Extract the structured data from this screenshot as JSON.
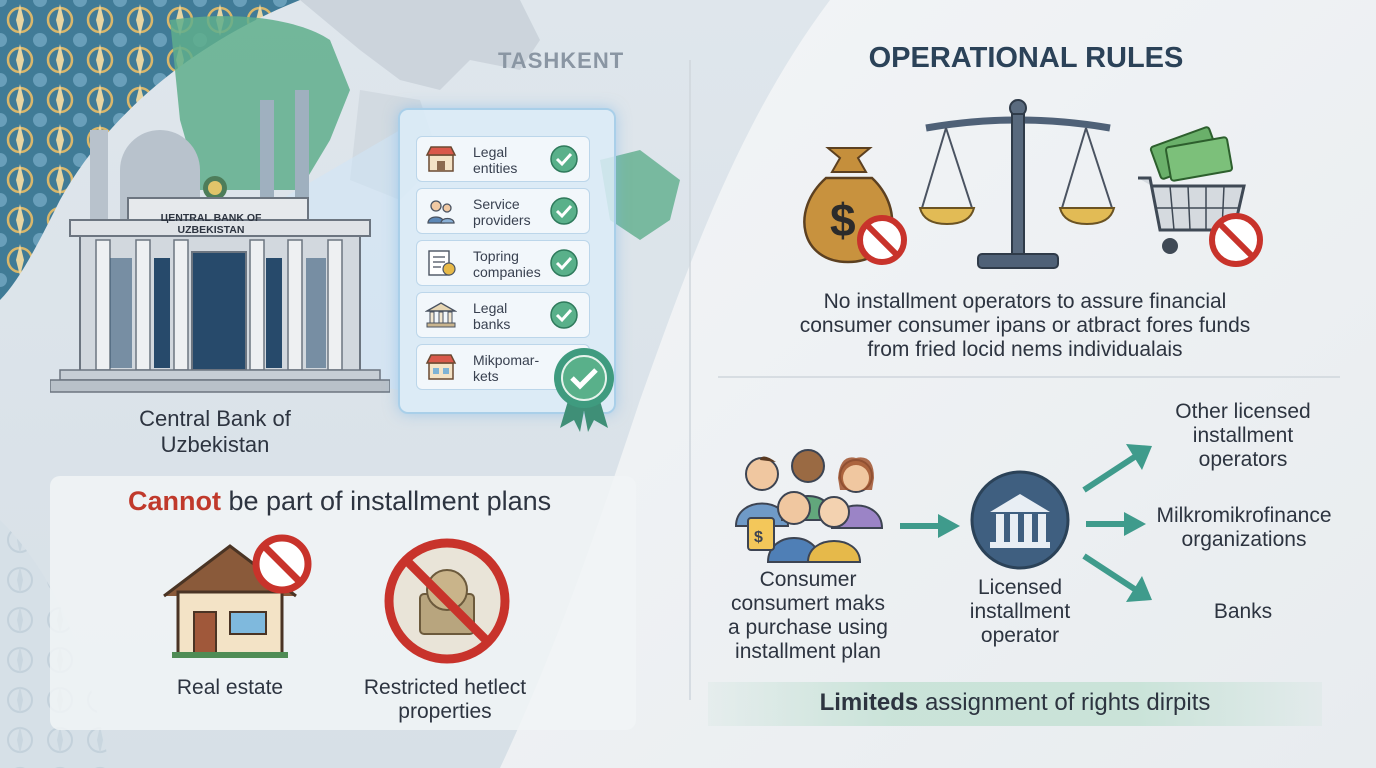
{
  "map": {
    "city_label": "TASHKENT"
  },
  "bank": {
    "sign": "ЦENTRAL BANK OF UZBEKISTAN",
    "caption_line1": "Central Bank of",
    "caption_line2": "Uzbekistan"
  },
  "registry": {
    "rows": [
      {
        "line1": "Legal",
        "line2": "entities",
        "icon": "shop-icon"
      },
      {
        "line1": "Service",
        "line2": "providers",
        "icon": "people-icon"
      },
      {
        "line1": "Toprіng",
        "line2": "companies",
        "icon": "document-icon"
      },
      {
        "line1": "Legal",
        "line2": "banks",
        "icon": "bank-icon"
      },
      {
        "line1": "Mikpomar-",
        "line2": "kets",
        "icon": "market-icon"
      }
    ]
  },
  "restrictions": {
    "title_highlight": "Cannot",
    "title_rest": " be part of installment plans",
    "item1": "Real estate",
    "item2_line1": "Restricted hetlect",
    "item2_line2": "properties"
  },
  "rules": {
    "heading": "OPERATIONAL RULES",
    "text_line1": "No installment operators to assure financial",
    "text_line2": "consumer consumer ipans or atbract fores funds",
    "text_line3": "from fried locid nems individualais"
  },
  "flow": {
    "consumer_line1": "Consumer",
    "consumer_line2": "consumert maks",
    "consumer_line3": "a purchase using",
    "consumer_line4": "installment plan",
    "operator_line1": "Licensed",
    "operator_line2": "installment",
    "operator_line3": "operator",
    "target1_line1": "Other licensed",
    "target1_line2": "installment",
    "target1_line3": "operators",
    "target2_line1": "Milkromikrofinance",
    "target2_line2": "organizations",
    "target3": "Banks"
  },
  "footer": {
    "bold": "Limiteds",
    "rest": " assignment of rights dirpits"
  },
  "colors": {
    "accent_red": "#c0392b",
    "teal": "#3f9b8c",
    "navy": "#2b4258",
    "gold": "#d8b24a"
  }
}
